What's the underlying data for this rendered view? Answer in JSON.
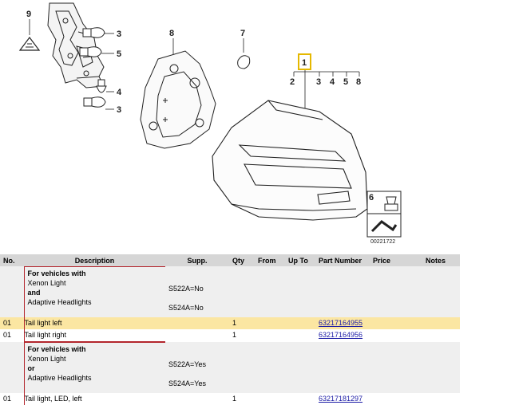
{
  "diagram": {
    "callouts": {
      "n9": "9",
      "n3a": "3",
      "n5": "5",
      "n4": "4",
      "n3b": "3",
      "n8": "8",
      "n7": "7",
      "n1": "1",
      "s2": "2",
      "s3": "3",
      "s4": "4",
      "s5": "5",
      "s8": "8",
      "n6": "6"
    },
    "code": "00221722"
  },
  "table": {
    "headers": {
      "no": "No.",
      "description": "Description",
      "supp": "Supp.",
      "qty": "Qty",
      "from": "From",
      "upto": "Up To",
      "part_number": "Part Number",
      "price": "Price",
      "notes": "Notes"
    },
    "note1": {
      "heading": "For vehicles with",
      "line1": "Xenon Light",
      "conj": "and",
      "line2": "Adaptive Headlights",
      "supp1": "S522A=No",
      "supp2": "S524A=No"
    },
    "rows": [
      {
        "no": "01",
        "description": "Tail light left",
        "qty": "1",
        "part_number": "63217164955"
      },
      {
        "no": "01",
        "description": "Tail light right",
        "qty": "1",
        "part_number": "63217164956"
      }
    ],
    "note2": {
      "heading": "For vehicles with",
      "line1": "Xenon Light",
      "conj": "or",
      "line2": "Adaptive Headlights",
      "supp1": "S522A=Yes",
      "supp2": "S524A=Yes"
    },
    "cut_row": {
      "no": "01",
      "description": "Tail light, LED, left",
      "qty": "1",
      "part_number": "63217181297"
    }
  },
  "colors": {
    "highlight": "#fbe6a2",
    "callout_box": "#e5b800",
    "note_border": "#b3262d",
    "link": "#1a1aa6",
    "header_bg": "#d6d6d6"
  }
}
